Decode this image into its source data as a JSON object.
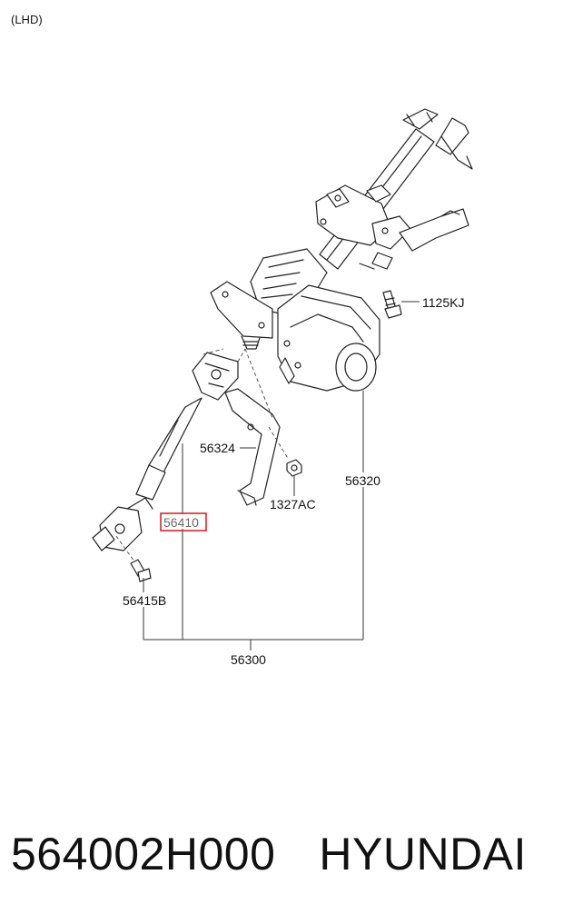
{
  "diagram": {
    "variant_label": "(LHD)",
    "callouts": {
      "c1125KJ": "1125KJ",
      "c56324": "56324",
      "c56320": "56320",
      "c56410": "56410",
      "c1327AC": "1327AC",
      "c56415B": "56415B",
      "c56300": "56300"
    },
    "highlight_color": "#d9262c"
  },
  "footer": {
    "part_number": "564002H000",
    "brand": "HYUNDAI"
  }
}
